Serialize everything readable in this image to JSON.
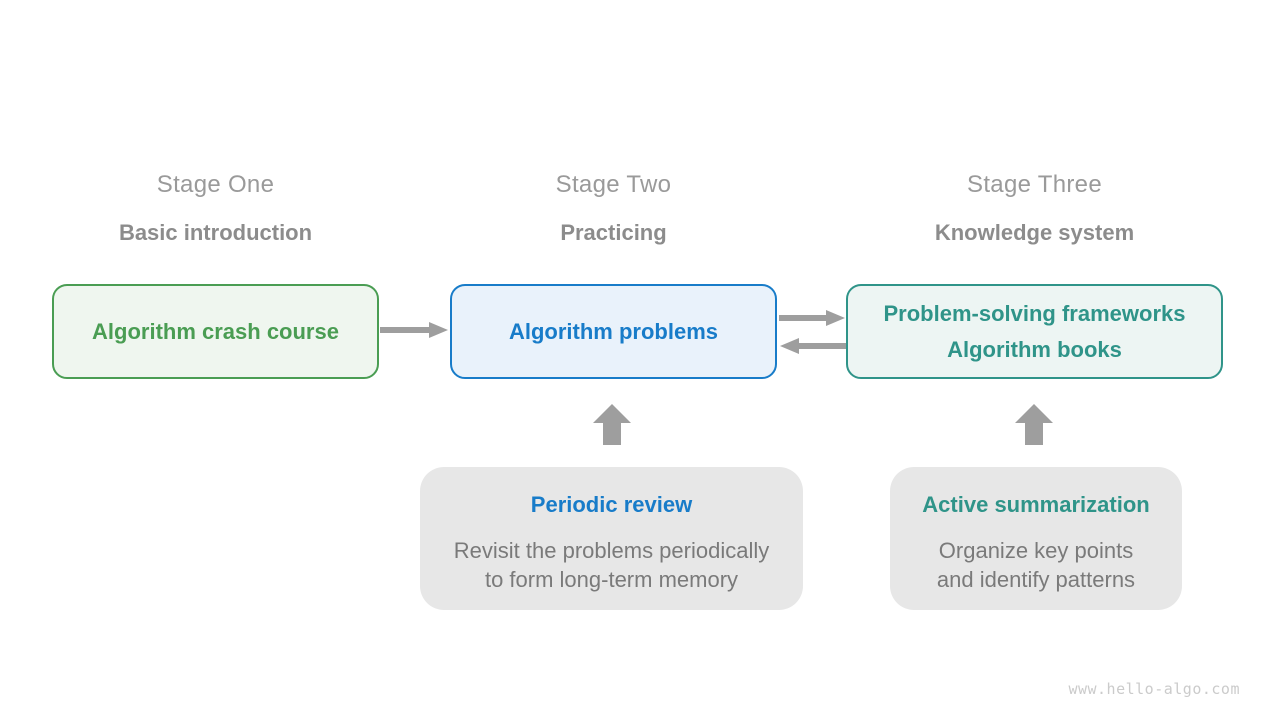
{
  "stages": [
    {
      "label": "Stage One",
      "subtitle": "Basic introduction",
      "box_lines": [
        "Algorithm crash course"
      ],
      "accent": "#4a9d53",
      "fill": "#eff6ef"
    },
    {
      "label": "Stage Two",
      "subtitle": "Practicing",
      "box_lines": [
        "Algorithm problems"
      ],
      "accent": "#187cc9",
      "fill": "#e9f2fb"
    },
    {
      "label": "Stage Three",
      "subtitle": "Knowledge system",
      "box_lines": [
        "Problem-solving frameworks",
        "Algorithm books"
      ],
      "accent": "#2f9489",
      "fill": "#edf5f3"
    }
  ],
  "notes": [
    {
      "title": "Periodic review",
      "title_color": "#187cc9",
      "body_lines": [
        "Revisit the problems periodically",
        "to form long-term memory"
      ]
    },
    {
      "title": "Active summarization",
      "title_color": "#2f9489",
      "body_lines": [
        "Organize key points",
        "and identify patterns"
      ]
    }
  ],
  "watermark": "www.hello-algo.com",
  "colors": {
    "background": "#ffffff",
    "arrow": "#9e9e9e",
    "stage_label": "#9a9a9a",
    "stage_subtitle": "#8c8c8c",
    "note_fill": "#e7e7e7",
    "note_body_text": "#7a7a7a",
    "watermark": "#cbcbcb"
  }
}
